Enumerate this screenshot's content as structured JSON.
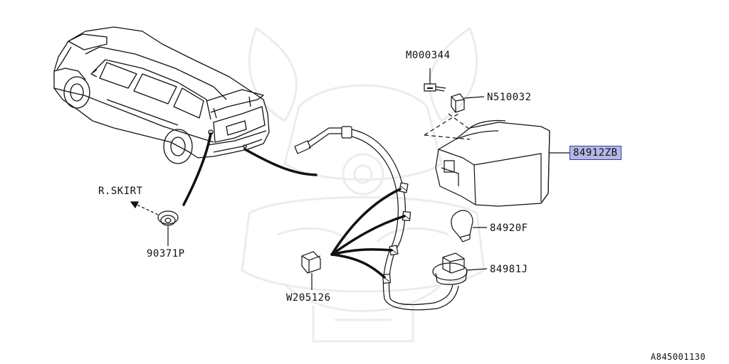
{
  "colors": {
    "highlight_fill": "#b3b8e6",
    "highlight_border": "#3a3f8f",
    "line": "#111111",
    "watermark": "#ececec"
  },
  "parts": {
    "m000344": "M000344",
    "n510032": "N510032",
    "p84912zb": "84912ZB",
    "p84920f": "84920F",
    "p84981j": "84981J",
    "w205126": "W205126",
    "p90371p": "90371P"
  },
  "references": {
    "rskirt": "R.SKIRT"
  },
  "diagram_id": "A845001130"
}
